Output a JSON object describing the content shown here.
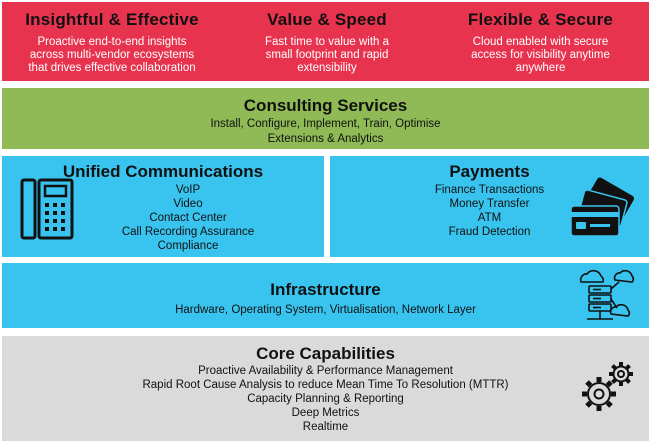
{
  "top": [
    {
      "title": "Insightful & Effective",
      "lines": [
        "Proactive end-to-end insights",
        "across multi-vendor ecosystems",
        "that drives effective collaboration"
      ]
    },
    {
      "title": "Value & Speed",
      "lines": [
        "Fast time to value with a",
        "small footprint and rapid",
        "extensibility"
      ]
    },
    {
      "title": "Flexible & Secure",
      "lines": [
        "Cloud enabled with secure",
        "access for visibility anytime",
        "anywhere"
      ]
    }
  ],
  "consulting": {
    "title": "Consulting Services",
    "lines": [
      "Install, Configure, Implement, Train, Optimise",
      "Extensions & Analytics"
    ]
  },
  "unified": {
    "title": "Unified Communications",
    "lines": [
      "VoIP",
      "Video",
      "Contact Center",
      "Call Recording Assurance",
      "Compliance"
    ]
  },
  "payments": {
    "title": "Payments",
    "lines": [
      "Finance Transactions",
      "Money Transfer",
      "ATM",
      "Fraud Detection"
    ]
  },
  "infrastructure": {
    "title": "Infrastructure",
    "lines": [
      "Hardware, Operating System, Virtualisation, Network Layer"
    ]
  },
  "core": {
    "title": "Core Capabilities",
    "lines": [
      "Proactive Availability & Performance Management",
      "Rapid Root Cause Analysis to reduce Mean Time To Resolution (MTTR)",
      "Capacity Planning & Reporting",
      "Deep Metrics",
      "Realtime"
    ]
  },
  "icons": {
    "unified": "phone-icon",
    "payments": "credit-cards-icon",
    "infrastructure": "cloud-server-icon",
    "core": "gears-icon"
  },
  "colors": {
    "top": "#e8334f",
    "consulting": "#8fba55",
    "blue": "#38c4ef",
    "core": "#dadada"
  }
}
